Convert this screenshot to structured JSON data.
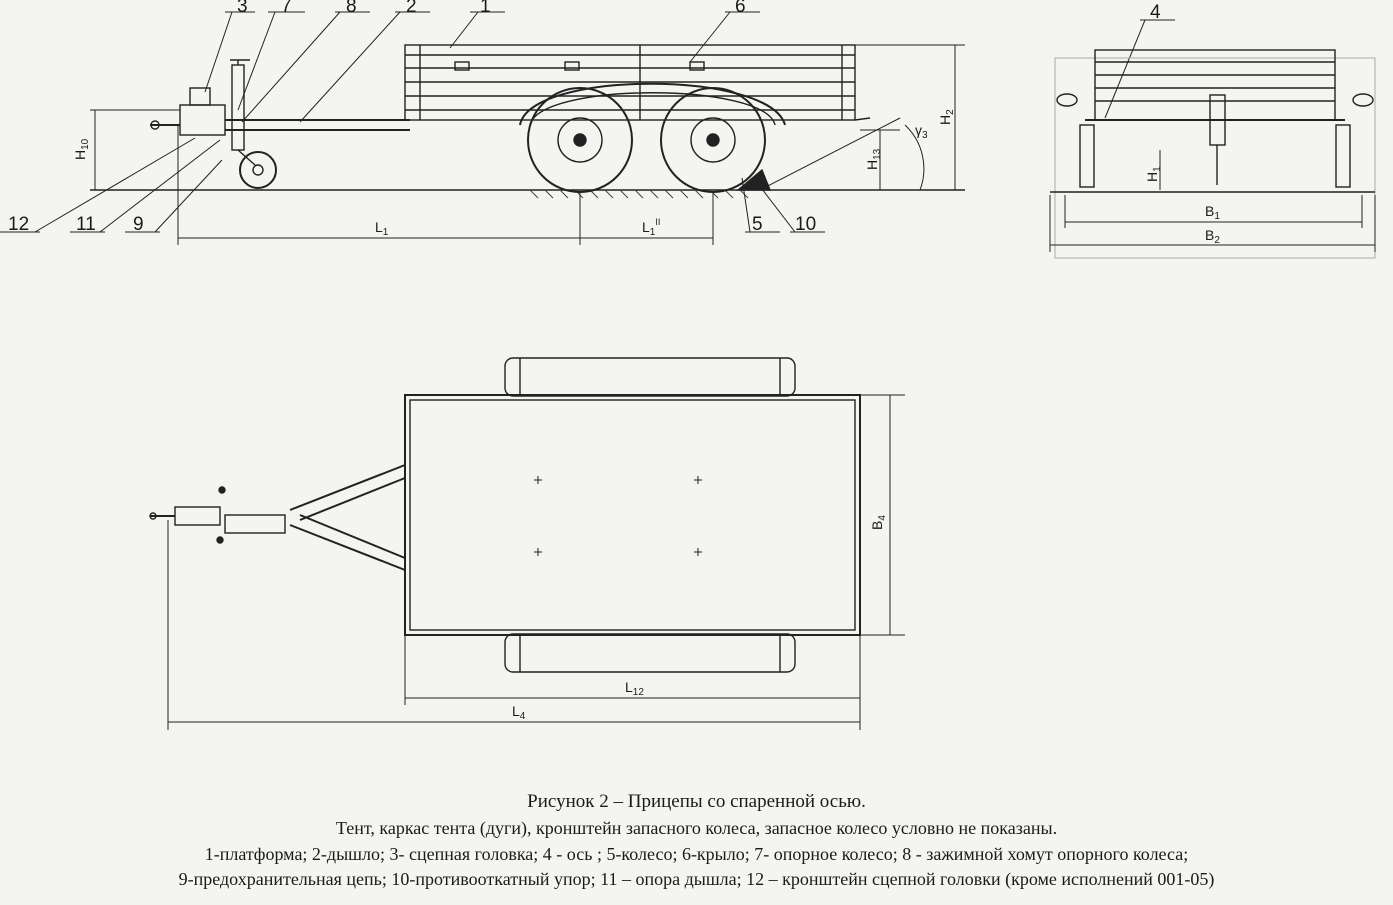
{
  "callouts": {
    "n1": "1",
    "n2": "2",
    "n3": "3",
    "n4": "4",
    "n5": "5",
    "n6": "6",
    "n7": "7",
    "n8": "8",
    "n9": "9",
    "n10": "10",
    "n11": "11",
    "n12": "12"
  },
  "dimensions": {
    "H10": "H",
    "H10_sub": "10",
    "H13": "H",
    "H13_sub": "13",
    "H2": "H",
    "H2_sub": "2",
    "H1": "H",
    "H1_sub": "1",
    "gamma3": "γ",
    "gamma3_sub": "3",
    "L1": "L",
    "L1_sub": "1",
    "L1pp": "L",
    "L1pp_sub": "1",
    "L1pp_sup": "II",
    "B1": "B",
    "B1_sub": "1",
    "B2": "B",
    "B2_sub": "2",
    "B4": "B",
    "B4_sub": "4",
    "L12": "L",
    "L12_sub": "12",
    "L4": "L",
    "L4_sub": "4"
  },
  "caption": {
    "title": "Рисунок 2 – Прицепы со спаренной осью.",
    "line1": "Тент, каркас тента (дуги), кронштейн запасного колеса, запасное колесо условно не показаны.",
    "line2": "1-платформа; 2-дышло; 3- сцепная головка; 4 - ось ; 5-колесо; 6-крыло; 7- опорное колесо; 8 - зажимной хомут опорного колеса;",
    "line3": "9-предохранительная цепь; 10-противооткатный упор; 11 – опора дышла; 12 – кронштейн сцепной головки (кроме исполнений 001-05)"
  }
}
